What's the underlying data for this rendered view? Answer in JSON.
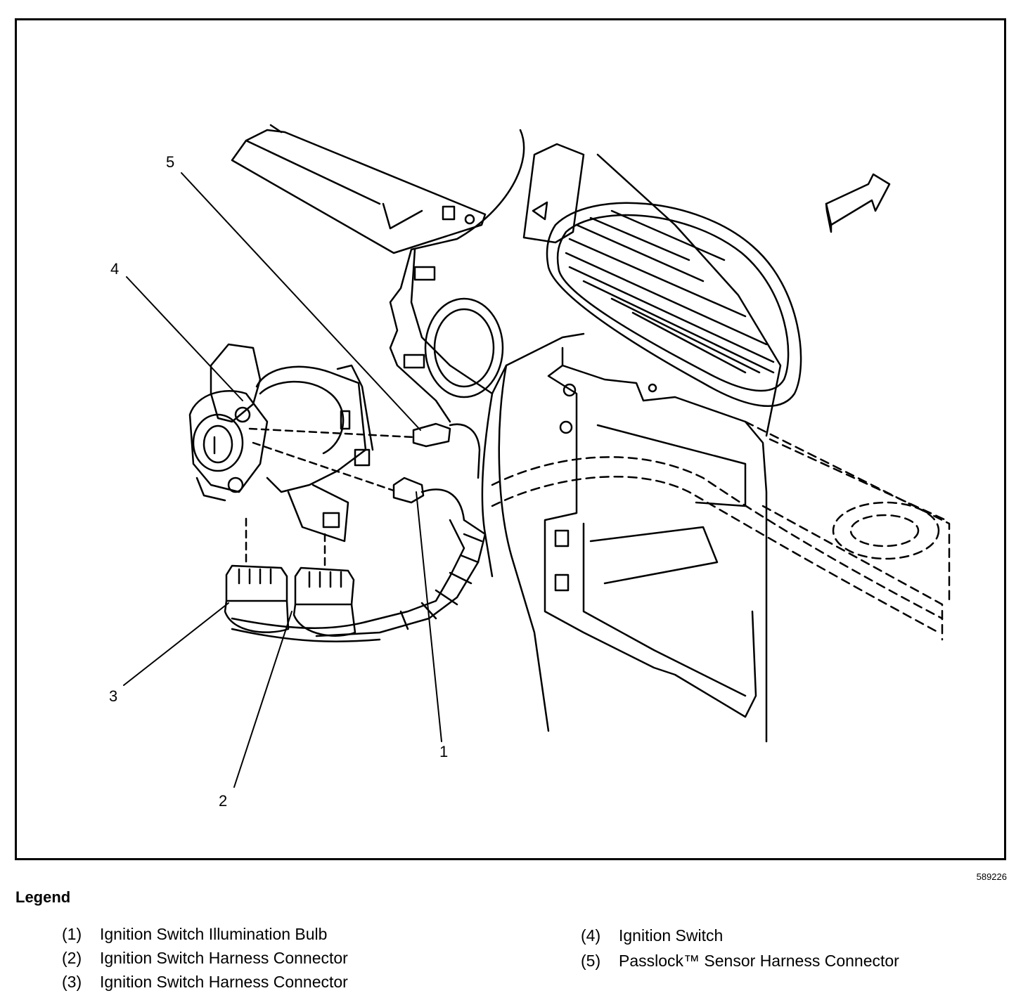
{
  "diagram": {
    "callouts": [
      "1",
      "2",
      "3",
      "4",
      "5"
    ],
    "figure_id": "589226"
  },
  "legend": {
    "title": "Legend",
    "items": [
      {
        "num": "(1)",
        "label": "Ignition Switch Illumination Bulb"
      },
      {
        "num": "(2)",
        "label": "Ignition Switch Harness Connector"
      },
      {
        "num": "(3)",
        "label": "Ignition Switch Harness Connector"
      },
      {
        "num": "(4)",
        "label": "Ignition Switch"
      },
      {
        "num": "(5)",
        "label": "Passlock™ Sensor Harness Connector"
      }
    ]
  }
}
